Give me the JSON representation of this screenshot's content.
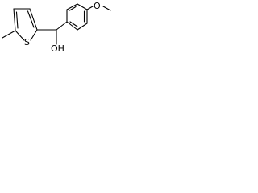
{
  "structure": {
    "atoms": {
      "sulfur": "S",
      "hydroxyl": "OH",
      "methoxy_oxygen": "O"
    }
  }
}
